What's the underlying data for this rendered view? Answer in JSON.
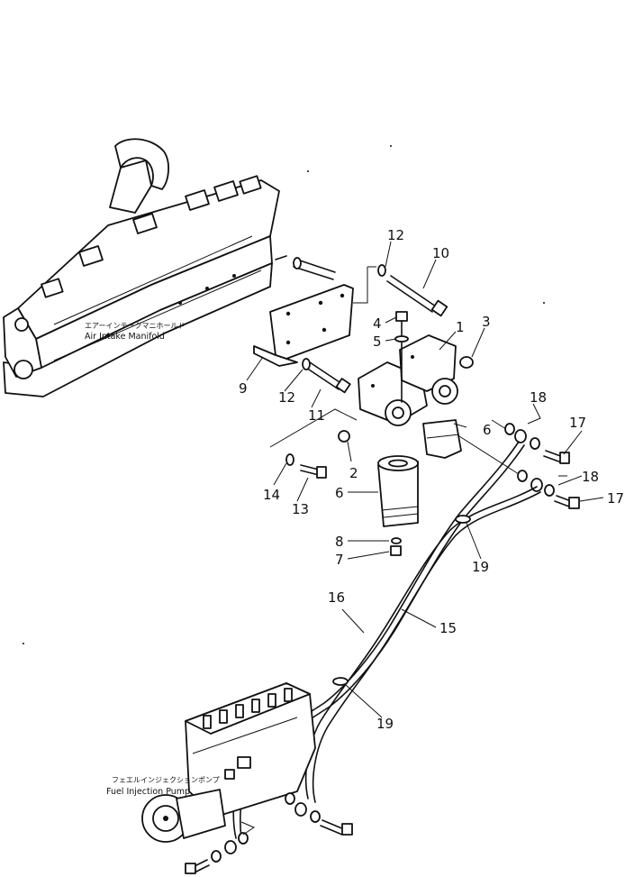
{
  "labels": {
    "manifold_jp": "エアーインテークマニホールド",
    "manifold_en": "Air Intake Manifold",
    "pump_jp": "フェエルインジェクションポンプ",
    "pump_en": "Fuel Injection Pump"
  },
  "callouts": [
    {
      "id": "c12a",
      "text": "12"
    },
    {
      "id": "c10",
      "text": "10"
    },
    {
      "id": "c4",
      "text": "4"
    },
    {
      "id": "c5",
      "text": "5"
    },
    {
      "id": "c1",
      "text": "1"
    },
    {
      "id": "c3",
      "text": "3"
    },
    {
      "id": "c9",
      "text": "9"
    },
    {
      "id": "c12b",
      "text": "12"
    },
    {
      "id": "c11",
      "text": "11"
    },
    {
      "id": "c18a",
      "text": "18"
    },
    {
      "id": "c6a",
      "text": "6"
    },
    {
      "id": "c17a",
      "text": "17"
    },
    {
      "id": "c2",
      "text": "2"
    },
    {
      "id": "c14",
      "text": "14"
    },
    {
      "id": "c13",
      "text": "13"
    },
    {
      "id": "c6b",
      "text": "6"
    },
    {
      "id": "c18b",
      "text": "18"
    },
    {
      "id": "c17b",
      "text": "17"
    },
    {
      "id": "c8",
      "text": "8"
    },
    {
      "id": "c7",
      "text": "7"
    },
    {
      "id": "c19a",
      "text": "19"
    },
    {
      "id": "c16",
      "text": "16"
    },
    {
      "id": "c15",
      "text": "15"
    },
    {
      "id": "c19b",
      "text": "19"
    }
  ]
}
